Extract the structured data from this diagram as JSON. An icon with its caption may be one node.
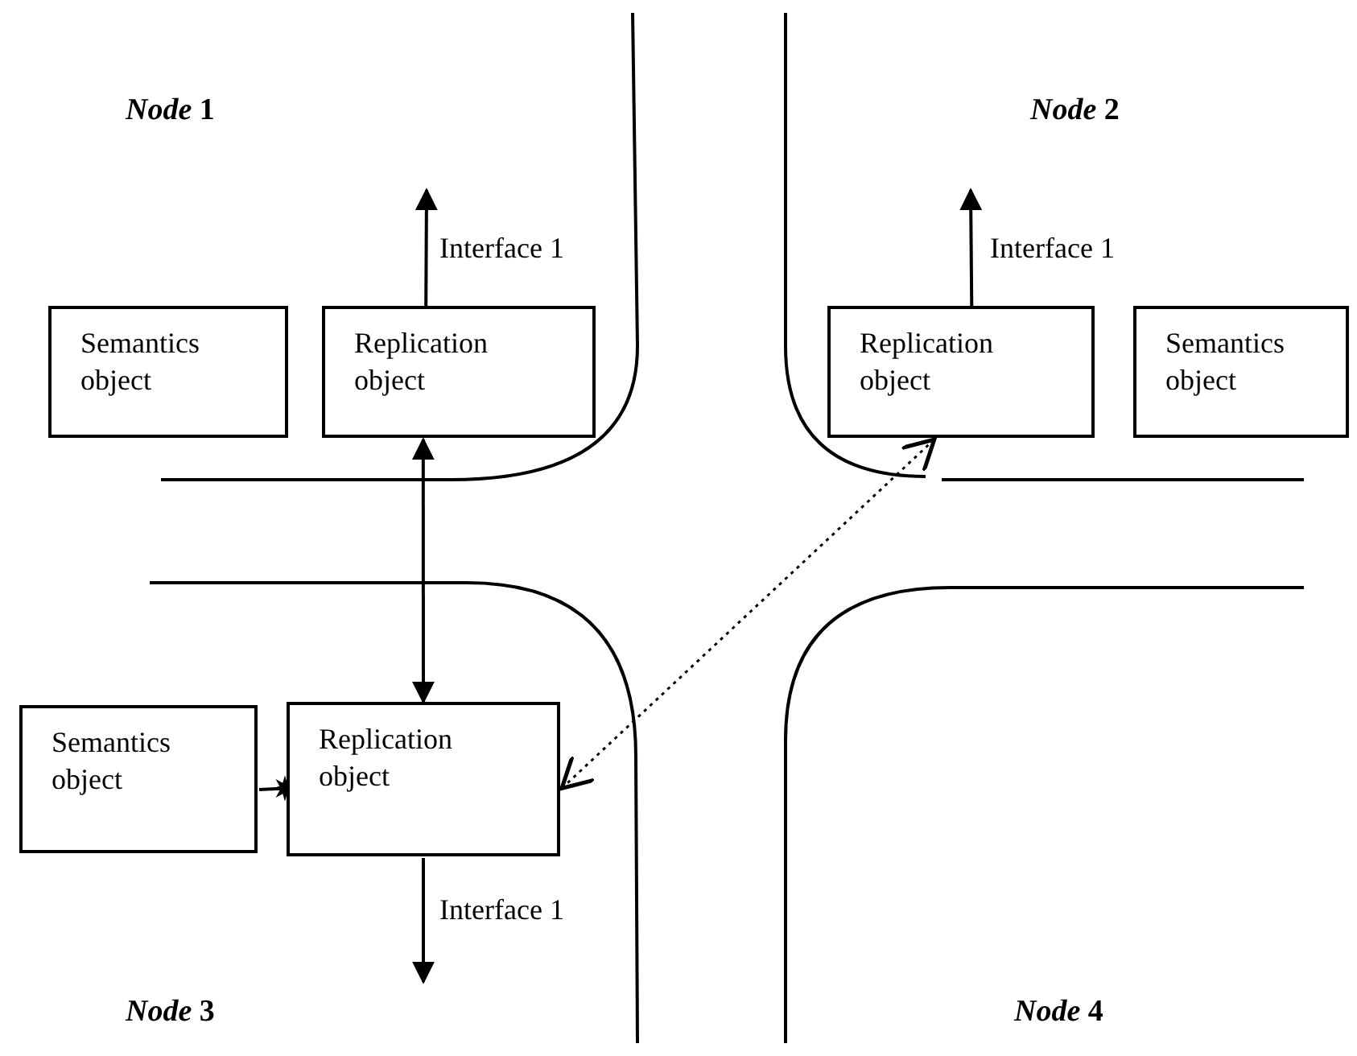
{
  "diagram": {
    "nodes": [
      {
        "text": [
          "Semantics object"
        ]
      },
      {
        "text": [
          "Replication object"
        ]
      },
      {
        "text": [
          "Replication object"
        ]
      },
      {
        "text": [
          "Semantics object"
        ]
      },
      {
        "text": [
          "Semantics object"
        ]
      },
      {
        "text": [
          "Replication object"
        ]
      }
    ],
    "edges": [
      {
        "from": 1,
        "to": null,
        "arrow": "to",
        "label": "Interface 1"
      },
      {
        "from": 2,
        "to": null,
        "arrow": "to",
        "label": "Interface 1"
      },
      {
        "from": 1,
        "to": 5,
        "arrow": "both"
      },
      {
        "from": 5,
        "to": 2,
        "arrow": "both",
        "style": "dashed"
      },
      {
        "from": 4,
        "to": 5,
        "arrow": "other"
      },
      {
        "from": 5,
        "to": null,
        "arrow": "to",
        "label": "Interface 1"
      }
    ],
    "labels": [
      "*Node* 1",
      "*Node* 2",
      "*Node* 3",
      "*Node* 4"
    ]
  }
}
